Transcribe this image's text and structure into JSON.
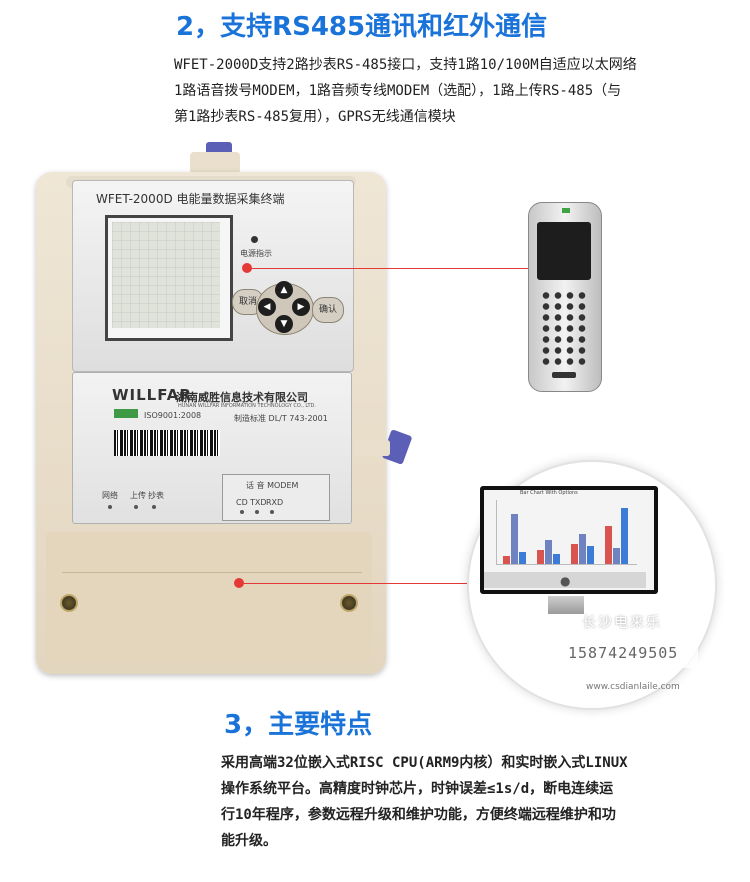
{
  "section2": {
    "title": "2，支持RS485通讯和红外通信",
    "lines": [
      "WFET-2000D支持2路抄表RS-485接口，支持1路10/100M自适应以太网络",
      "1路语音拨号MODEM，1路音频专线MODEM（选配），1路上传RS-485（与",
      "第1路抄表RS-485复用），GPRS无线通信模块"
    ]
  },
  "device": {
    "title": "WFET-2000D 电能量数据采集终端",
    "led_label": "电源指示",
    "btn_cancel": "取消",
    "btn_ok": "确认",
    "brand": "WILLFAR",
    "company": "湖南威胜信息技术有限公司",
    "company_en": "HUNAN WILLFAR INFORMATION TECHNOLOGY CO., LTD.",
    "iso": "ISO9001:2008",
    "standard": "制造标准 DL/T 743-2001",
    "status_labels": [
      "网络",
      "上传",
      "抄表"
    ],
    "modem_title": "话 音  MODEM",
    "modem_leds": [
      "CD",
      "TXD",
      "RXD"
    ]
  },
  "monitor": {
    "chart_title": "Bar Chart With Options"
  },
  "watermark": {
    "name": "长沙电来乐",
    "phone": "15874249505",
    "url": "www.csdianlaile.com"
  },
  "section3": {
    "title": "3，主要特点",
    "lines": [
      "采用高端32位嵌入式RISC CPU(ARM9内核）和实时嵌入式LINUX",
      "操作系统平台。高精度时钟芯片，时钟误差≤1s/d，断电连续运",
      "行10年程序，参数远程升级和维护功能，方便终端远程维护和功",
      "能升级。"
    ]
  }
}
